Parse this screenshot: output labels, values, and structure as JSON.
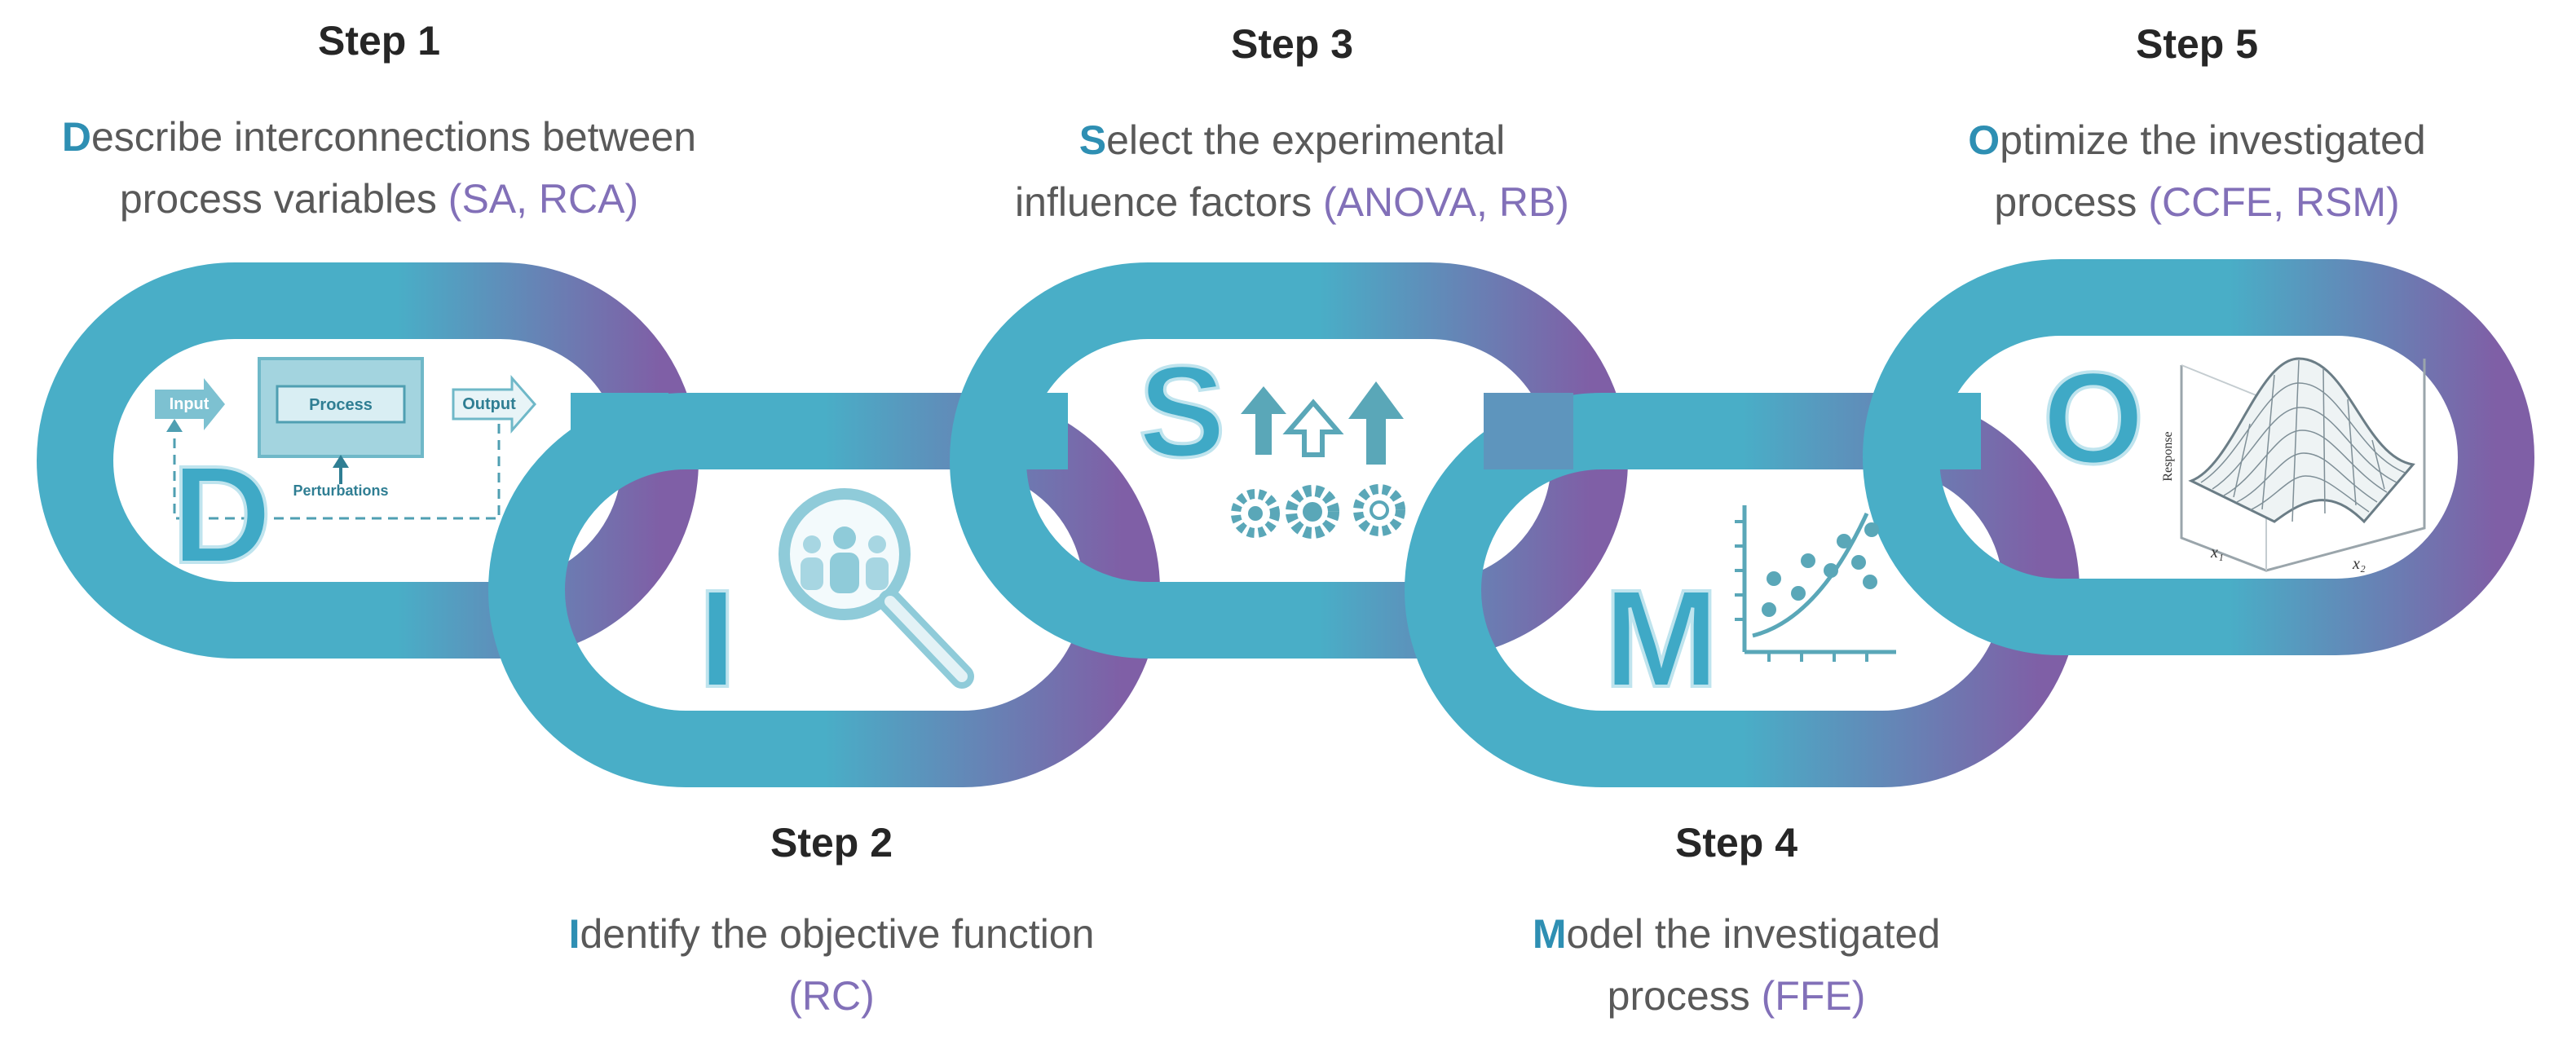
{
  "colors": {
    "teal": "#49aec7",
    "purple": "#7f5fa6",
    "letter": "#3fa9c6",
    "accent_letter": "#2e8fb3",
    "methods": "#8270b8",
    "text": "#595959",
    "title": "#262626"
  },
  "steps": [
    {
      "title": "Step 1",
      "initial": "D",
      "line1_rest": "escribe interconnections between",
      "line2_text": "process variables",
      "methods": "(SA, RCA)",
      "icon": "process-flow-diagram-icon"
    },
    {
      "title": "Step 2",
      "initial": "I",
      "line1_rest": "dentify the objective function",
      "line2_text": "",
      "methods": "(RC)",
      "icon": "magnifier-people-icon"
    },
    {
      "title": "Step 3",
      "initial": "S",
      "line1_rest": "elect the experimental",
      "line2_text": "influence factors",
      "methods": "(ANOVA, RB)",
      "icon": "arrows-gears-icon"
    },
    {
      "title": "Step 4",
      "initial": "M",
      "line1_rest": "odel the investigated",
      "line2_text": "process",
      "methods": "(FFE)",
      "icon": "scatter-plot-icon"
    },
    {
      "title": "Step 5",
      "initial": "O",
      "line1_rest": "ptimize the investigated",
      "line2_text": "process",
      "methods": "(CCFE, RSM)",
      "icon": "response-surface-icon"
    }
  ],
  "diagram_labels": {
    "input": "Input",
    "process": "Process",
    "output": "Output",
    "perturbations": "Perturbations",
    "response": "Response",
    "x1": "x₁",
    "x2": "x₂"
  }
}
